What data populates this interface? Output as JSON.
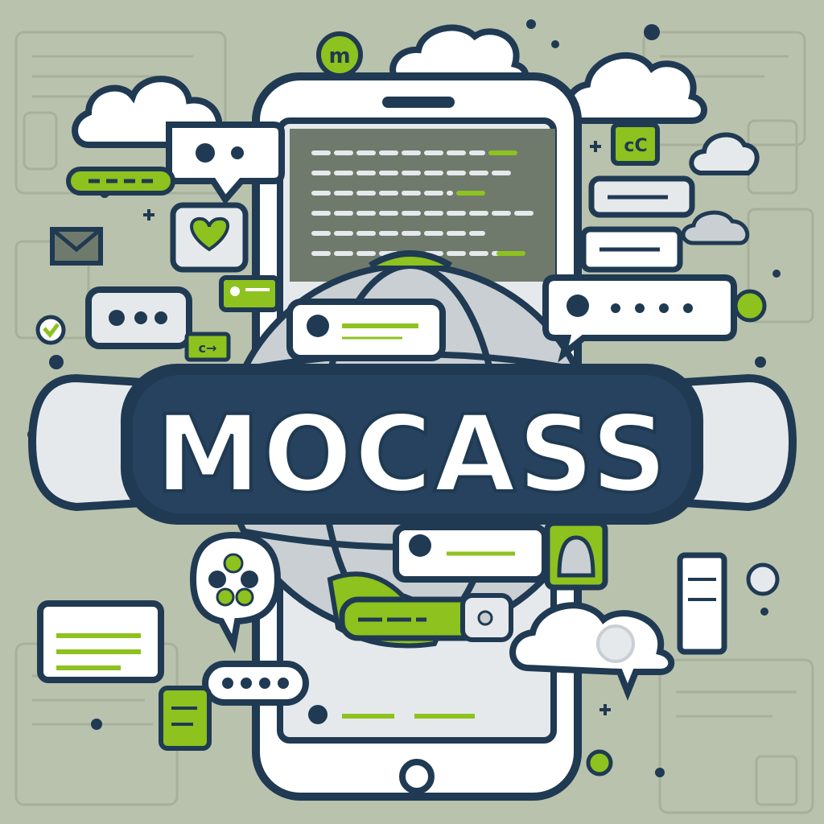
{
  "banner": {
    "text": "MOCASS"
  },
  "badges": {
    "top_badge": "m",
    "right_badge": "cC",
    "left_badge": "c→"
  },
  "colors": {
    "background": "#b9c2ad",
    "navy": "#1f3a52",
    "lime": "#8dc21f",
    "white": "#ffffff",
    "soft_gray": "#e6e9ec",
    "screen_gray": "#6f7a6c"
  },
  "icons": [
    "cloud-icon",
    "chat-bubble-icon",
    "heart-icon",
    "mail-icon",
    "globe-icon",
    "smartphone-icon",
    "check-icon",
    "plus-icon",
    "bell-icon",
    "flower-icon",
    "code-screen-icon",
    "link-icon"
  ]
}
